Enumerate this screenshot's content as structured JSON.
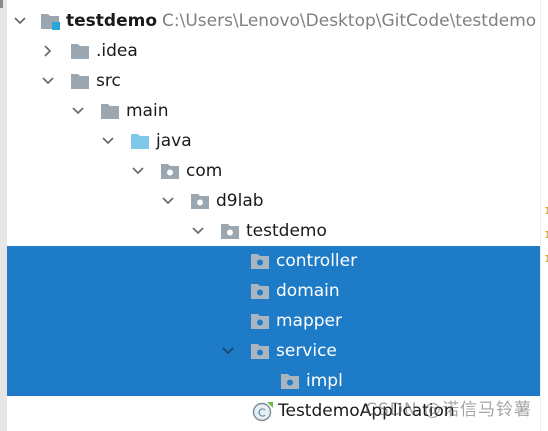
{
  "project": {
    "name": "testdemo",
    "path": "C:\\Users\\Lenovo\\Desktop\\GitCode\\testdemo"
  },
  "tree": {
    "idea": ".idea",
    "src": "src",
    "main": "main",
    "java": "java",
    "com": "com",
    "d9lab": "d9lab",
    "testdemo": "testdemo",
    "controller": "controller",
    "domain": "domain",
    "mapper": "mapper",
    "service": "service",
    "impl": "impl",
    "app": "TestdemoApplication"
  },
  "gutter": {
    "marks": [
      "1",
      "1",
      "1"
    ]
  },
  "watermark": "CSDN @诺信马铃薯",
  "colors": {
    "selection": "#1e7bc8",
    "folder": "#9aa7b0",
    "source_folder": "#7fc8ea",
    "project_badge": "#2aa7d9",
    "spring_green": "#6cbb3c"
  }
}
